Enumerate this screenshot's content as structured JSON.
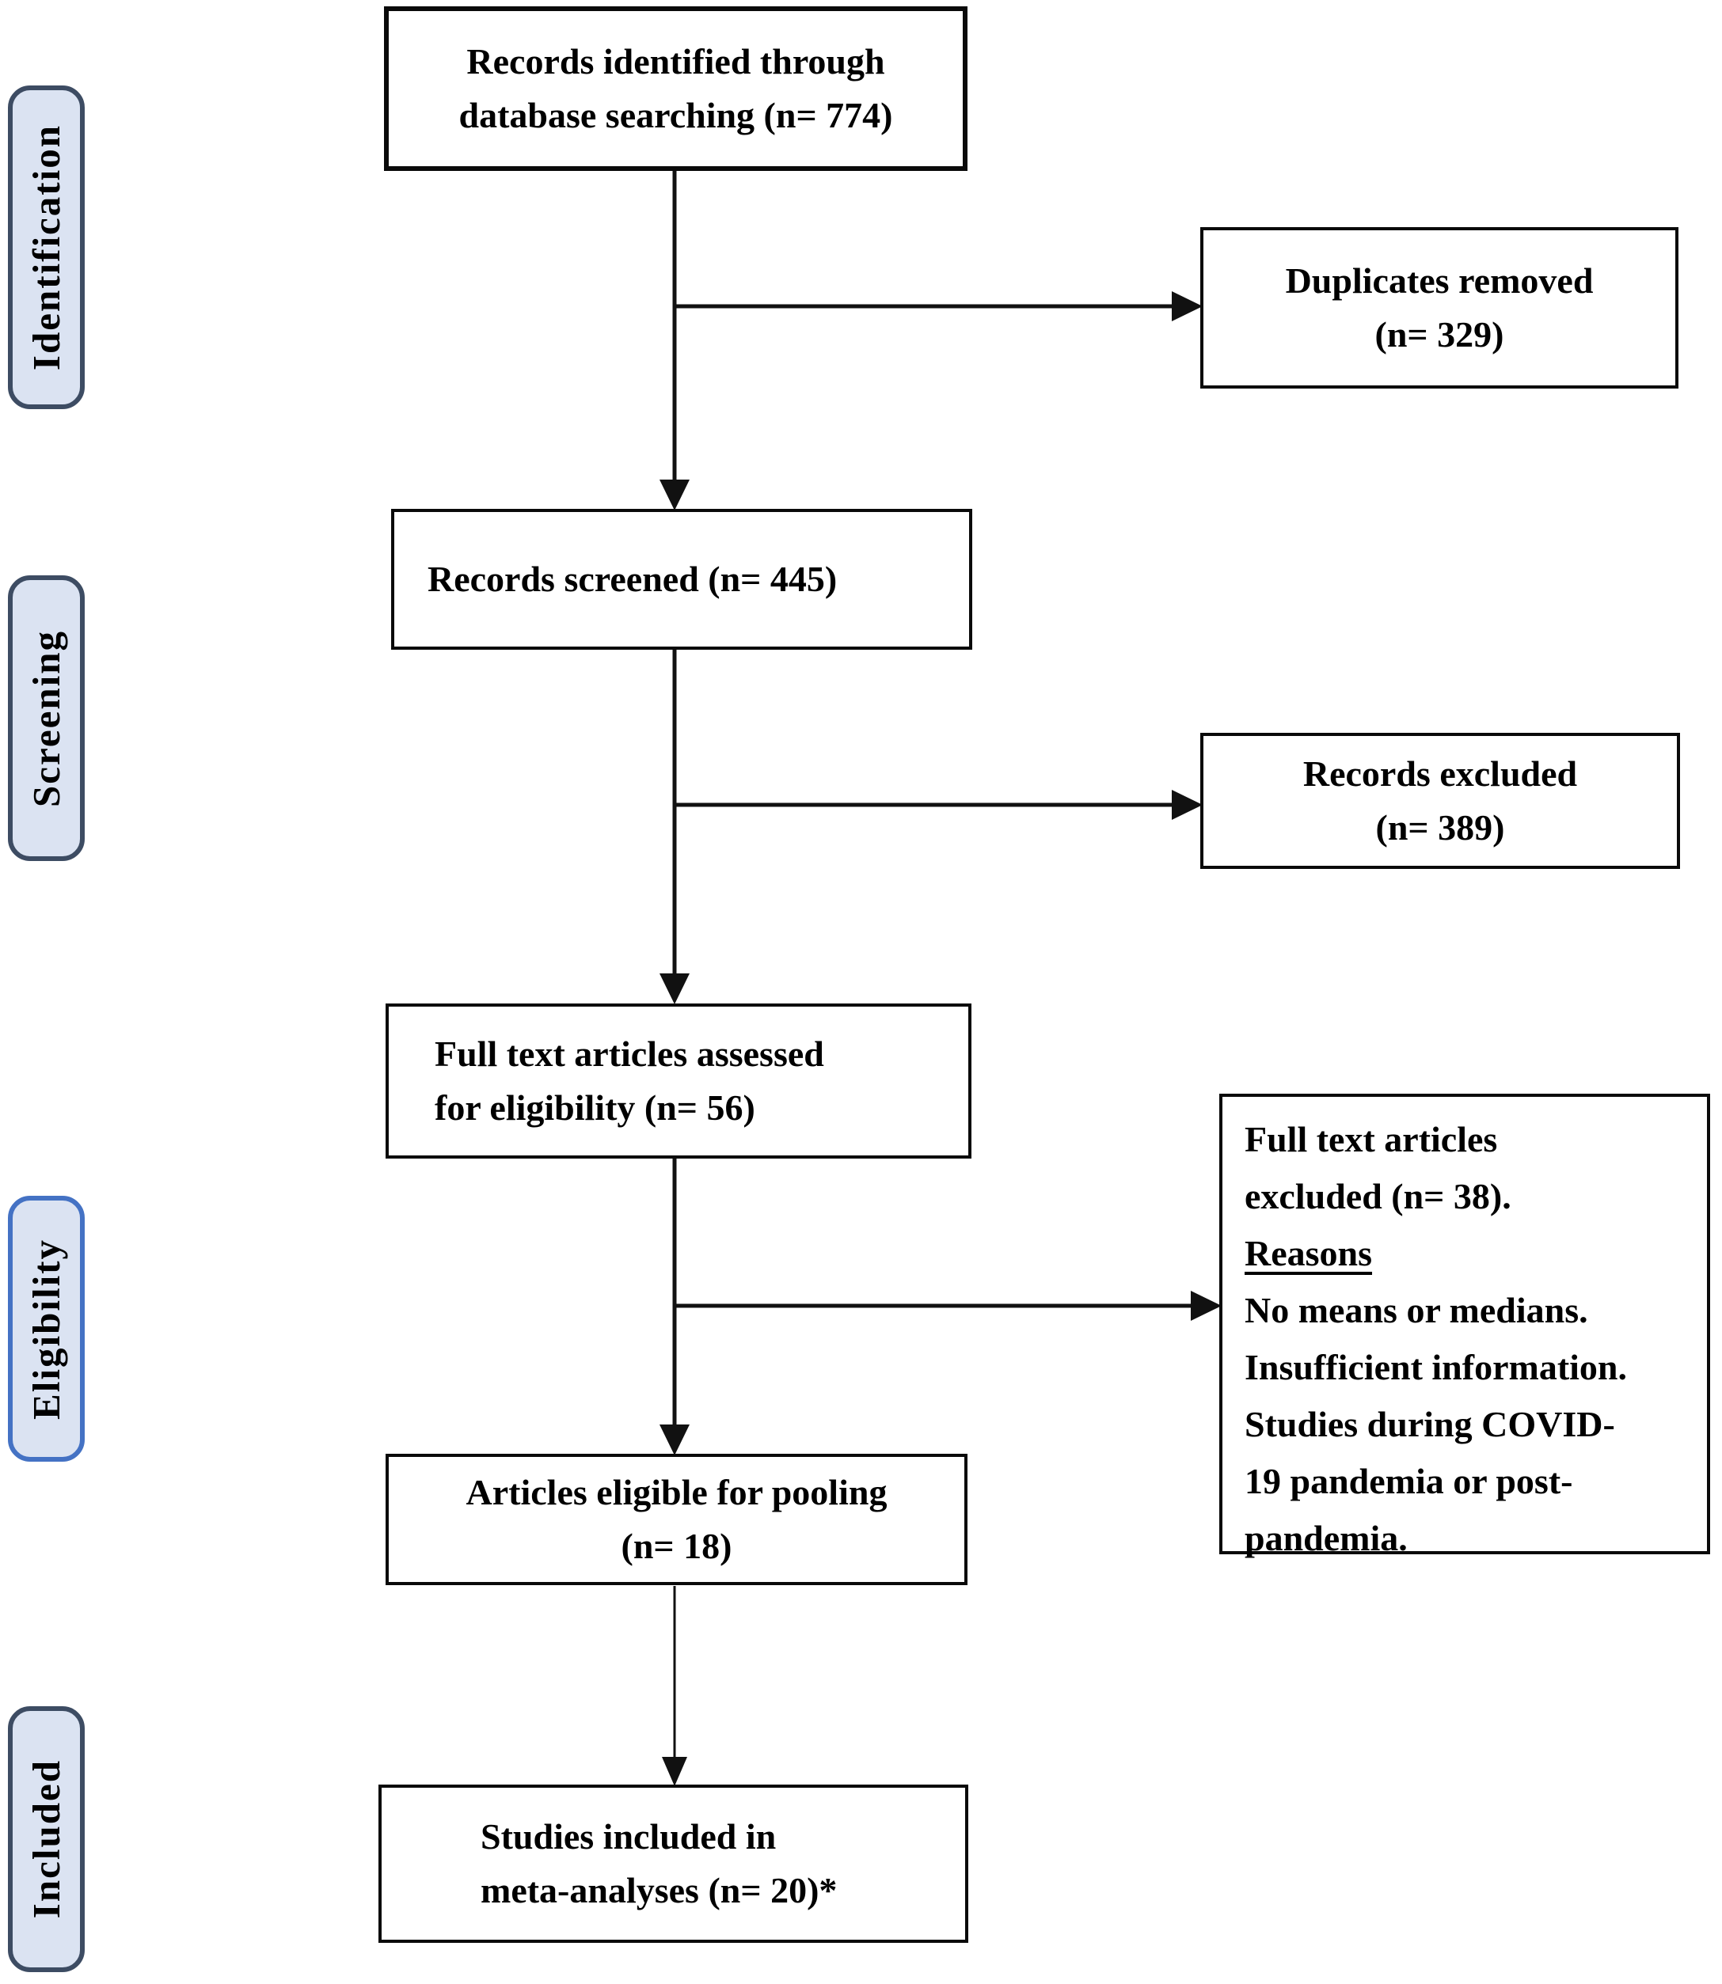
{
  "stages": [
    {
      "label": "Identification"
    },
    {
      "label": "Screening"
    },
    {
      "label": "Eligibility"
    },
    {
      "label": "Included"
    }
  ],
  "nodes": {
    "records_identified": {
      "lines": [
        "Records identified through",
        "database searching (n= 774)"
      ]
    },
    "duplicates_removed": {
      "lines": [
        "Duplicates removed",
        "(n= 329)"
      ]
    },
    "records_screened": {
      "lines": [
        "Records screened (n= 445)"
      ]
    },
    "records_excluded": {
      "lines": [
        "Records excluded",
        "(n= 389)"
      ]
    },
    "fulltext_assessed": {
      "lines": [
        "Full text articles assessed",
        "for eligibility (n= 56)"
      ]
    },
    "fulltext_excluded": {
      "lines_title": [
        "Full text articles",
        "excluded (n= 38)."
      ],
      "reasons_heading": "Reasons",
      "reason_lines": [
        "No means or medians.",
        "Insufficient information.",
        "Studies during COVID-",
        "19 pandemia or post-",
        "pandemia."
      ]
    },
    "eligible_pooling": {
      "lines": [
        "Articles eligible for pooling",
        "(n= 18)"
      ]
    },
    "included_meta": {
      "lines": [
        "Studies included in",
        "meta-analyses (n= 20)*"
      ]
    }
  },
  "colors": {
    "stage_fill": "#dbe3f2",
    "stage_border_dark": "#3d4c63",
    "stage_border_blue": "#4472c4",
    "box_border": "#0a0a0a",
    "background": "#ffffff"
  }
}
